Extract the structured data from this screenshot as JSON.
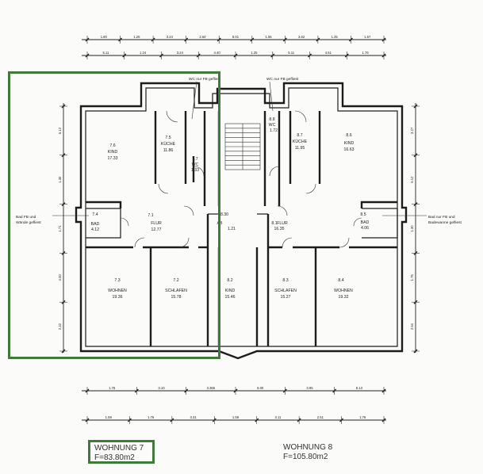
{
  "rooms": [
    {
      "id": "7.6",
      "name": "KIND",
      "area": "17.33"
    },
    {
      "id": "7.5",
      "name": "KÜCHE",
      "area": "11.86"
    },
    {
      "id": "7.7",
      "name": "WC",
      "area": "1.33"
    },
    {
      "id": "7.4",
      "name": "BAD",
      "area": "4.12"
    },
    {
      "id": "7.1",
      "name": "FLUR",
      "area": "12.77"
    },
    {
      "id": "7.3",
      "name": "WOHNEN",
      "area": "19.36"
    },
    {
      "id": "7.2",
      "name": "SCHLAFEN",
      "area": "15.78"
    },
    {
      "id": "8.30",
      "name": "AB",
      "area": "1.21"
    },
    {
      "id": "8.6",
      "name": "KIND",
      "area": "16.63"
    },
    {
      "id": "8.7",
      "name": "KÜCHE",
      "area": "11.95"
    },
    {
      "id": "8.8",
      "name": "WC",
      "area": "1.72"
    },
    {
      "id": "8.5",
      "name": "BAD",
      "area": "4.06"
    },
    {
      "id": "8.1",
      "name": "FLUR",
      "area": "16.35"
    },
    {
      "id": "8.2",
      "name": "KIND",
      "area": "15.46"
    },
    {
      "id": "8.3",
      "name": "SCHLAFEN",
      "area": "15.27"
    },
    {
      "id": "8.4",
      "name": "WOHNEN",
      "area": "19.32"
    }
  ],
  "notes": {
    "wc_left": "WC nur FB gefliest",
    "wc_right": "WC nur FB gefliest",
    "bad_left_1": "Bad FB und",
    "bad_left_2": "Wände gefliest",
    "bad_right_1": "Bad nur FB und",
    "bad_right_2": "Badewanne gefliest"
  },
  "apartments": {
    "apt7_name": "WOHNUNG 7",
    "apt7_area": "F=83.80m2",
    "apt8_name": "WOHNUNG 8",
    "apt8_area": "F=105.80m2"
  },
  "dims": {
    "top1": [
      "1.80",
      "1.25",
      "3.24",
      "2.64",
      "8.01",
      "1.55",
      "3.62",
      "1.25",
      "1.57"
    ],
    "top2": [
      "5.11",
      "1.24",
      "3.24",
      "4.40",
      "1.25",
      "5.11",
      "4.51",
      "1.76"
    ],
    "bot1": [
      "1.76",
      "3.10",
      "3.365",
      "6.00",
      "3.95",
      "8.13"
    ],
    "bot2": [
      "1.59",
      "1.76",
      "3.31",
      "1.59",
      "3.11",
      "2.51",
      "1.76"
    ],
    "left": [
      "5.12",
      "1.30",
      "1.71",
      "4.00",
      "2.42"
    ],
    "right": [
      "3.27",
      "6.12",
      "1.30",
      "1.76",
      "2.54"
    ]
  },
  "colors": {
    "highlight": "#3f7a38",
    "line": "#1c1c1c"
  }
}
